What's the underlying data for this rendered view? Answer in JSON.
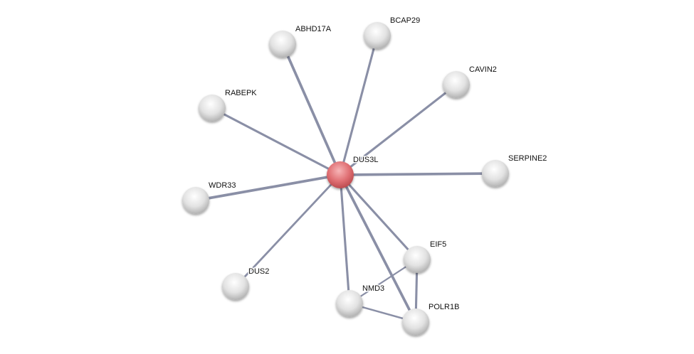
{
  "network": {
    "center": "DUS3L",
    "colors": {
      "query_node": "#e06b6e",
      "node": "#d8d8d8",
      "edge": "#8a8fa6"
    },
    "nodes": [
      {
        "id": "DUS3L",
        "label": "DUS3L",
        "query": true
      },
      {
        "id": "ABHD17A",
        "label": "ABHD17A"
      },
      {
        "id": "BCAP29",
        "label": "BCAP29"
      },
      {
        "id": "CAVIN2",
        "label": "CAVIN2"
      },
      {
        "id": "RABEPK",
        "label": "RABEPK"
      },
      {
        "id": "SERPINE2",
        "label": "SERPINE2"
      },
      {
        "id": "WDR33",
        "label": "WDR33"
      },
      {
        "id": "DUS2",
        "label": "DUS2"
      },
      {
        "id": "EIF5",
        "label": "EIF5"
      },
      {
        "id": "NMD3",
        "label": "NMD3"
      },
      {
        "id": "POLR1B",
        "label": "POLR1B"
      }
    ],
    "edges": [
      {
        "source": "DUS3L",
        "target": "ABHD17A",
        "weight": 0.9
      },
      {
        "source": "DUS3L",
        "target": "BCAP29",
        "weight": 0.7
      },
      {
        "source": "DUS3L",
        "target": "CAVIN2",
        "weight": 0.7
      },
      {
        "source": "DUS3L",
        "target": "RABEPK",
        "weight": 0.7
      },
      {
        "source": "DUS3L",
        "target": "SERPINE2",
        "weight": 0.9
      },
      {
        "source": "DUS3L",
        "target": "WDR33",
        "weight": 0.9
      },
      {
        "source": "DUS3L",
        "target": "DUS2",
        "weight": 0.6
      },
      {
        "source": "DUS3L",
        "target": "EIF5",
        "weight": 0.7
      },
      {
        "source": "DUS3L",
        "target": "NMD3",
        "weight": 0.7
      },
      {
        "source": "DUS3L",
        "target": "POLR1B",
        "weight": 0.9
      },
      {
        "source": "EIF5",
        "target": "NMD3",
        "weight": 0.4
      },
      {
        "source": "EIF5",
        "target": "POLR1B",
        "weight": 0.7
      },
      {
        "source": "NMD3",
        "target": "POLR1B",
        "weight": 0.5
      }
    ]
  }
}
